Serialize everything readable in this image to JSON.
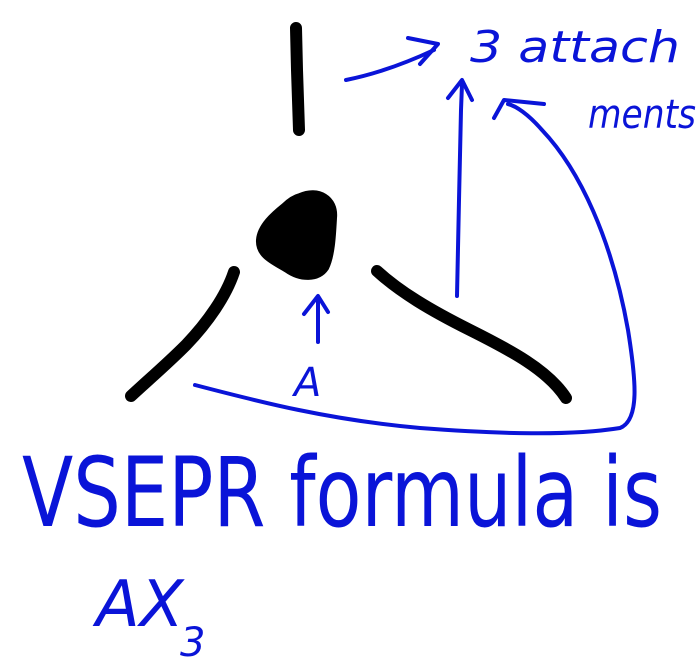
{
  "labels": {
    "attachments_line1": "3 attach",
    "attachments_line2": "ments",
    "central_atom": "A",
    "formula_line": "VSEPR formula is",
    "formula_base": "AX",
    "formula_subscript": "3"
  },
  "colors": {
    "ink_black": "#000000",
    "ink_blue": "#0a14d8",
    "background": "#ffffff"
  }
}
